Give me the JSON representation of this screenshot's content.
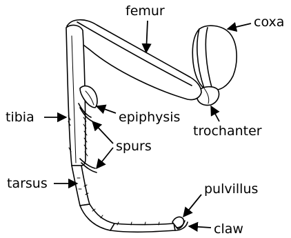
{
  "diagram": {
    "labels": {
      "femur": "femur",
      "coxa": "coxa",
      "epiphysis": "epiphysis",
      "tibia": "tibia",
      "trochanter": "trochanter",
      "spurs": "spurs",
      "tarsus": "tarsus",
      "pulvillus": "pulvillus",
      "claw": "claw"
    },
    "colors": {
      "ink": "#000000",
      "background": "#ffffff"
    }
  }
}
